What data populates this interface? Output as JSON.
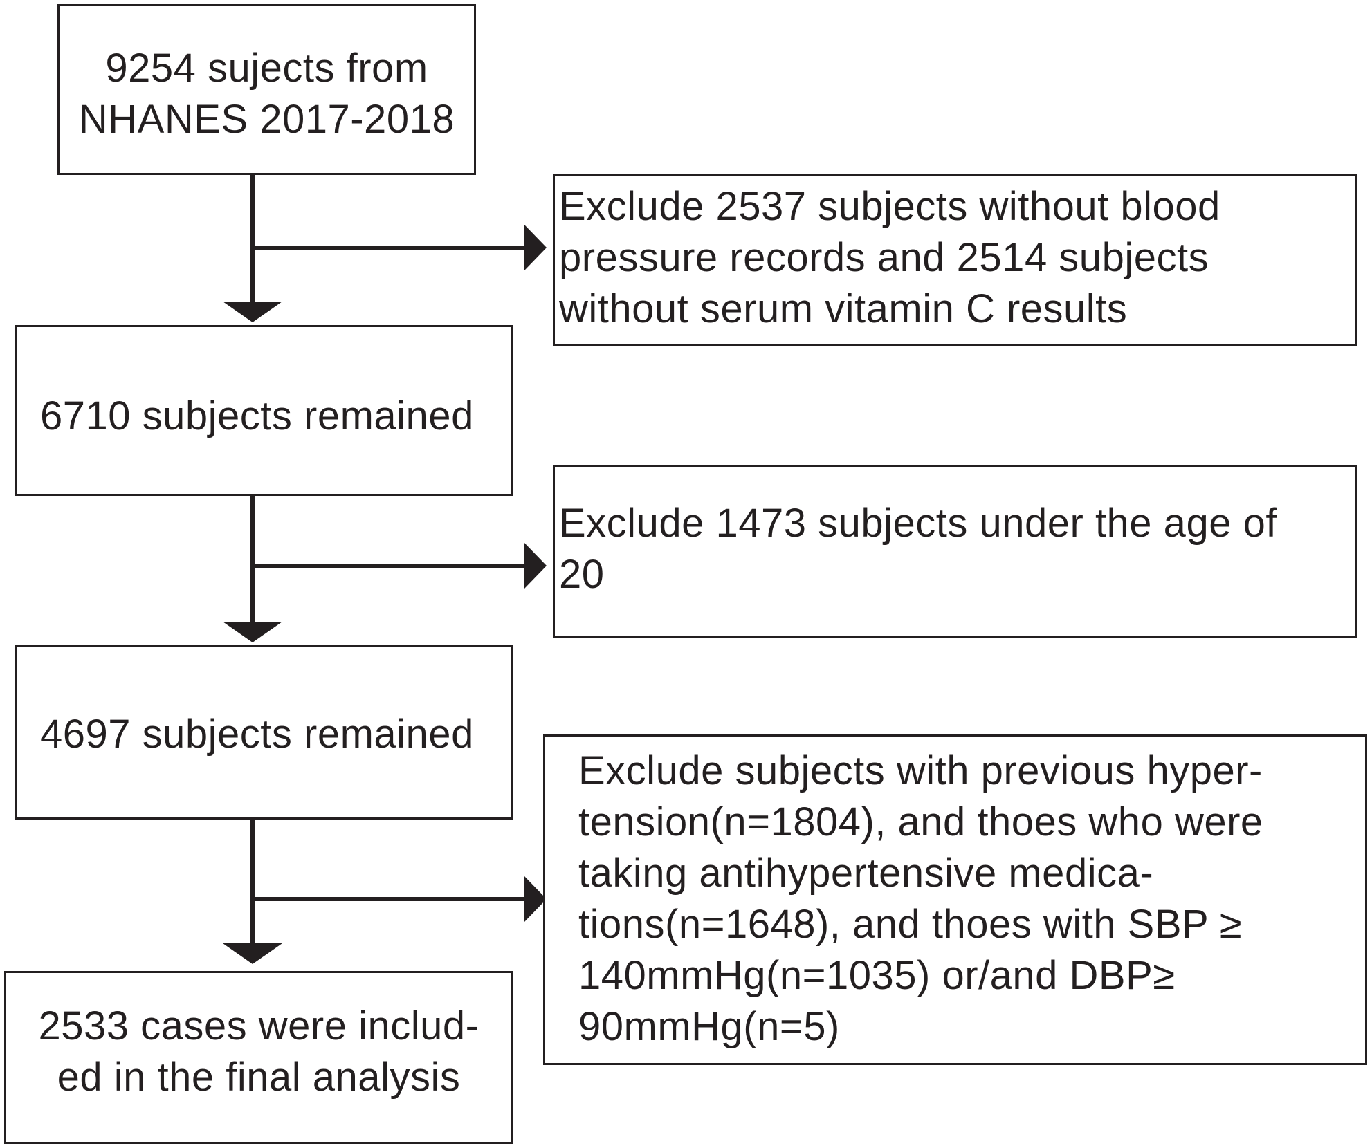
{
  "main_flow": [
    {
      "lines": [
        "9254 sujects from",
        "NHANES 2017-2018"
      ]
    },
    {
      "lines": [
        "6710 subjects remained"
      ]
    },
    {
      "lines": [
        "4697 subjects remained"
      ]
    },
    {
      "lines": [
        "2533 cases were includ-",
        "ed in the final analysis"
      ]
    }
  ],
  "exclusions": [
    {
      "lines": [
        "Exclude 2537 subjects without blood",
        "pressure records and 2514 subjects",
        "without serum vitamin C results"
      ]
    },
    {
      "lines": [
        "Exclude 1473 subjects under the age of",
        "20"
      ]
    },
    {
      "lines": [
        "Exclude subjects with previous hyper-",
        "tension(n=1804), and thoes who were",
        "taking antihypertensive medica-",
        "tions(n=1648), and thoes with SBP  ≥",
        "140mmHg(n=1035)  or/and DBP≥",
        "90mmHg(n=5)"
      ]
    }
  ],
  "colors": {
    "line": "#231f20",
    "background": "#ffffff"
  }
}
